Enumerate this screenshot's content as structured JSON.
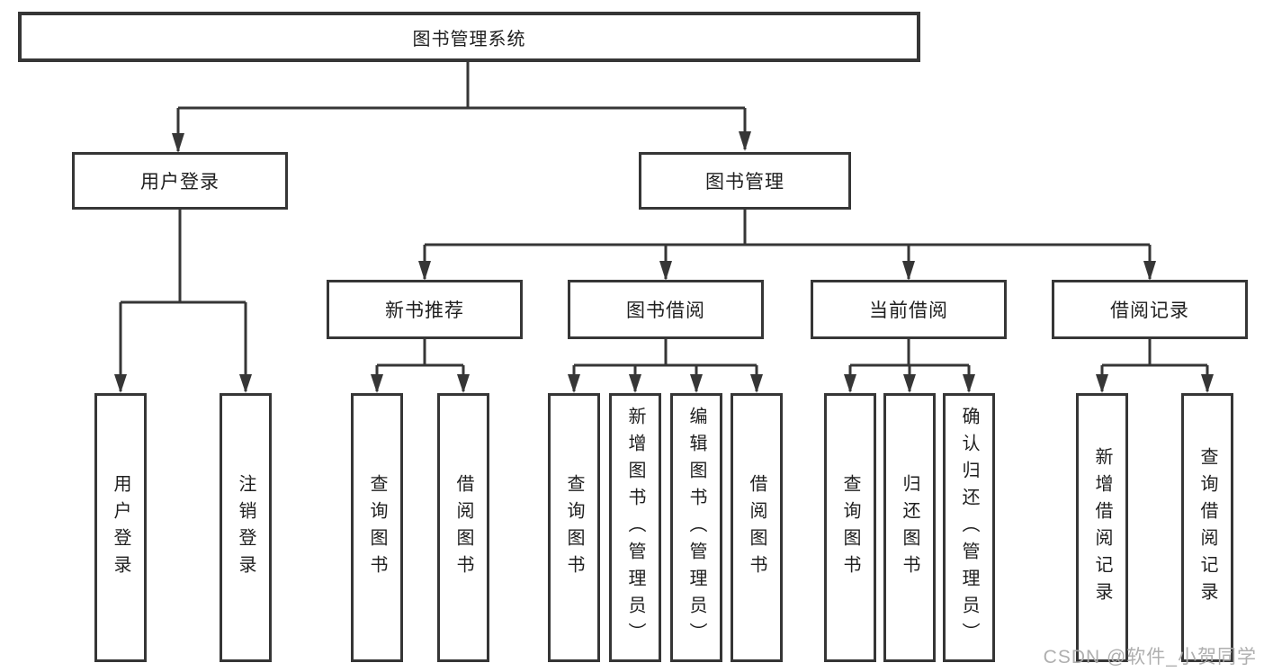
{
  "tree": {
    "root": {
      "label": "图书管理系统"
    },
    "branches": [
      {
        "label": "用户登录",
        "children": [
          {
            "label": "用户登录"
          },
          {
            "label": "注销登录"
          }
        ]
      },
      {
        "label": "图书管理",
        "children": [
          {
            "label": "新书推荐",
            "children": [
              {
                "label": "查询图书"
              },
              {
                "label": "借阅图书"
              }
            ]
          },
          {
            "label": "图书借阅",
            "children": [
              {
                "label": "查询图书"
              },
              {
                "label": "新增图书（管理员）"
              },
              {
                "label": "编辑图书（管理员）"
              },
              {
                "label": "借阅图书"
              }
            ]
          },
          {
            "label": "当前借阅",
            "children": [
              {
                "label": "查询图书"
              },
              {
                "label": "归还图书"
              },
              {
                "label": "确认归还（管理员）"
              }
            ]
          },
          {
            "label": "借阅记录",
            "children": [
              {
                "label": "新增借阅记录"
              },
              {
                "label": "查询借阅记录"
              }
            ]
          }
        ]
      }
    ]
  },
  "watermark": {
    "text": "CSDN @软件_小贺同学"
  },
  "colors": {
    "line": "#363636",
    "text": "#1f1f1f",
    "background": "#ffffff",
    "watermark": "#ababab"
  }
}
